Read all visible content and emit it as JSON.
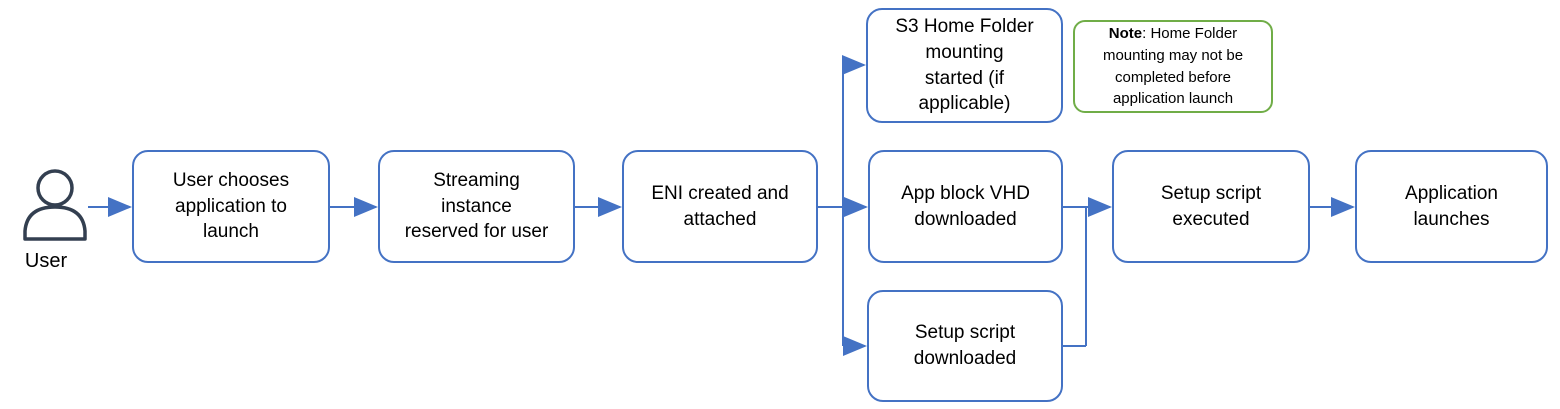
{
  "actor": {
    "label": "User"
  },
  "nodes": {
    "choose": {
      "label": "User chooses\napplication to\nlaunch"
    },
    "stream": {
      "label": "Streaming\ninstance\nreserved for user"
    },
    "eni": {
      "label": "ENI created and\nattached"
    },
    "s3": {
      "label": "S3 Home Folder\nmounting\nstarted (if\napplicable)"
    },
    "vhd": {
      "label": "App block VHD\ndownloaded"
    },
    "script_dl": {
      "label": "Setup script\ndownloaded"
    },
    "script_exec": {
      "label": "Setup script\nexecuted"
    },
    "launch": {
      "label": "Application\nlaunches"
    }
  },
  "note": {
    "prefix": "Note",
    "text": ": Home Folder\nmounting may not be\ncompleted before\napplication launch"
  },
  "colors": {
    "node-border": "#4472C4",
    "connector": "#4472C4",
    "note-border": "#70AD47",
    "actor": "#333F50",
    "text": "#000000",
    "background": "#FFFFFF"
  }
}
